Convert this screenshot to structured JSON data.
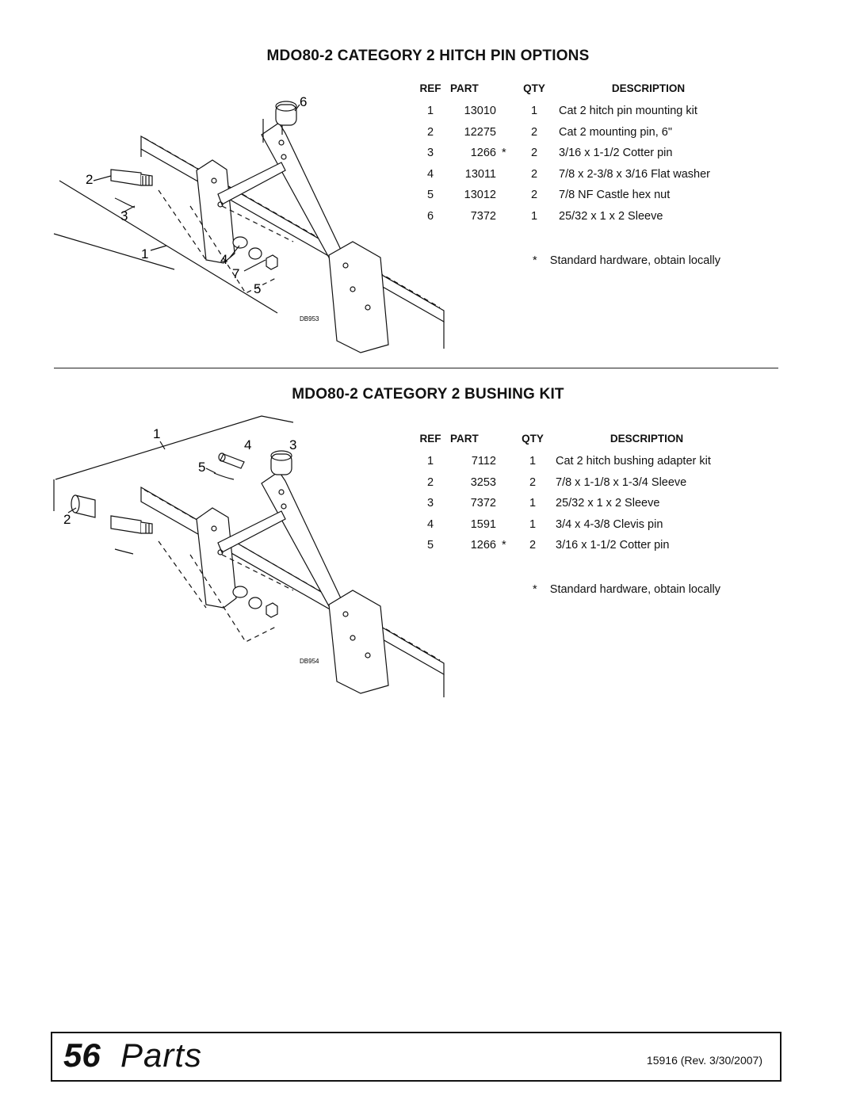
{
  "section1": {
    "title": "MDO80-2 CATEGORY 2 HITCH PIN OPTIONS",
    "headers": {
      "ref": "REF",
      "part": "PART",
      "qty": "QTY",
      "description": "DESCRIPTION"
    },
    "rows": [
      {
        "ref": "1",
        "part": "13010",
        "star": "",
        "qty": "1",
        "description": "Cat 2 hitch pin mounting kit"
      },
      {
        "ref": "2",
        "part": "12275",
        "star": "",
        "qty": "2",
        "description": "Cat 2 mounting pin, 6\""
      },
      {
        "ref": "3",
        "part": "1266",
        "star": "*",
        "qty": "2",
        "description": "3/16 x 1-1/2 Cotter pin"
      },
      {
        "ref": "4",
        "part": "13011",
        "star": "",
        "qty": "2",
        "description": "7/8 x 2-3/8 x 3/16 Flat washer"
      },
      {
        "ref": "5",
        "part": "13012",
        "star": "",
        "qty": "2",
        "description": "7/8 NF Castle hex nut"
      },
      {
        "ref": "6",
        "part": "7372",
        "star": "",
        "qty": "1",
        "description": "25/32 x 1 x 2 Sleeve"
      }
    ],
    "note_star": "*",
    "note": "Standard hardware, obtain locally",
    "diagram_id": "DB953",
    "callouts": {
      "c1": "1",
      "c2": "2",
      "c3": "3",
      "c4": "4",
      "c5": "5",
      "c6": "6",
      "c7": "7"
    }
  },
  "section2": {
    "title": "MDO80-2 CATEGORY 2 BUSHING KIT",
    "headers": {
      "ref": "REF",
      "part": "PART",
      "qty": "QTY",
      "description": "DESCRIPTION"
    },
    "rows": [
      {
        "ref": "1",
        "part": "7112",
        "star": "",
        "qty": "1",
        "description": "Cat 2 hitch bushing adapter kit"
      },
      {
        "ref": "2",
        "part": "3253",
        "star": "",
        "qty": "2",
        "description": "7/8 x 1-1/8 x 1-3/4 Sleeve"
      },
      {
        "ref": "3",
        "part": "7372",
        "star": "",
        "qty": "1",
        "description": "25/32 x 1 x 2 Sleeve"
      },
      {
        "ref": "4",
        "part": "1591",
        "star": "",
        "qty": "1",
        "description": "3/4 x 4-3/8 Clevis pin"
      },
      {
        "ref": "5",
        "part": "1266",
        "star": "*",
        "qty": "2",
        "description": "3/16 x 1-1/2 Cotter pin"
      }
    ],
    "note_star": "*",
    "note": "Standard hardware, obtain locally",
    "diagram_id": "DB954",
    "callouts": {
      "c1": "1",
      "c2": "2",
      "c3": "3",
      "c4": "4",
      "c5": "5"
    }
  },
  "footer": {
    "page_number": "56",
    "page_label": "Parts",
    "doc_rev": "15916 (Rev. 3/30/2007)"
  }
}
